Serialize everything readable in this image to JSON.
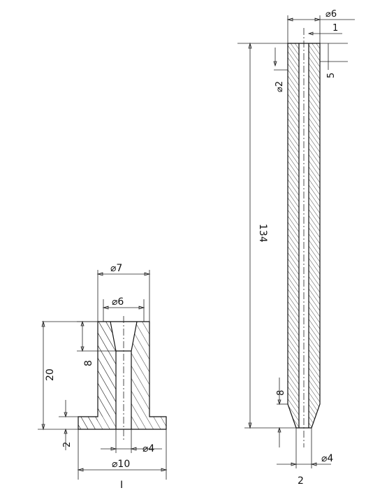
{
  "part1": {
    "d_top": "⌀7",
    "d_bore_top": "⌀6",
    "h_total": "20",
    "h_cone": "8",
    "h_flange": "2",
    "d_bore": "⌀4",
    "d_flange": "⌀10",
    "caption": "I"
  },
  "part2": {
    "d_outer": "⌀6",
    "wall": "1",
    "d_small": "⌀2",
    "note": "5",
    "length": "134",
    "tip": "8",
    "d_tip": "⌀4",
    "caption": "2"
  }
}
